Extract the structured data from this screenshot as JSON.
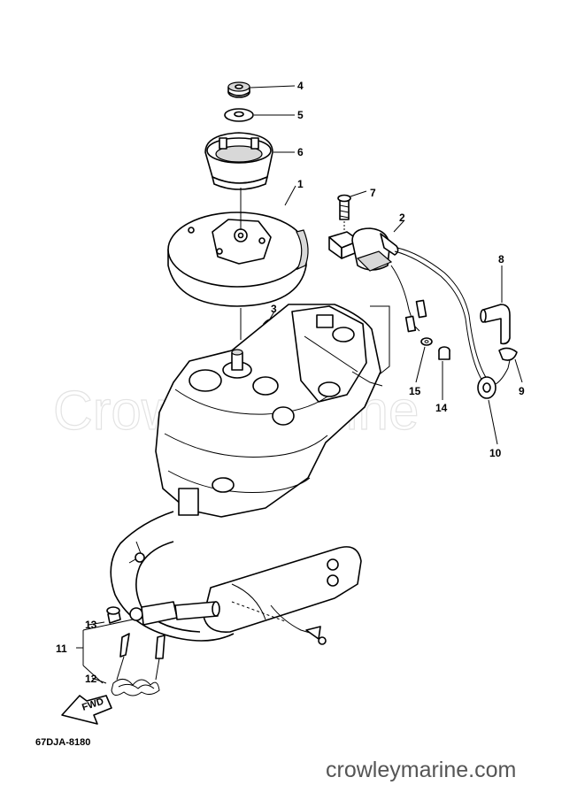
{
  "watermark": "CrowleyMarine",
  "site_footer": "crowleymarine.com",
  "diagram_code": "67DJA-8180",
  "fwd_label": "FWD",
  "callouts": {
    "p1": "1",
    "p2": "2",
    "p3": "3",
    "p4": "4",
    "p5": "5",
    "p6": "6",
    "p7": "7",
    "p8": "8",
    "p9": "9",
    "p10": "10",
    "p11": "11",
    "p12": "12",
    "p13": "13",
    "p14": "14",
    "p15": "15"
  }
}
